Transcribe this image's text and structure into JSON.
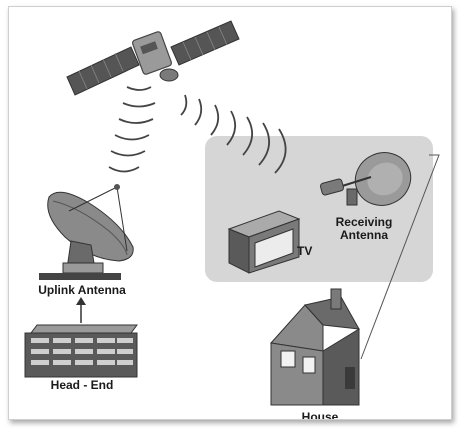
{
  "labels": {
    "uplink": "Uplink Antenna",
    "headend": "Head - End",
    "tv": "TV",
    "receiving": "Receiving\nAntenna",
    "house": "House"
  },
  "colors": {
    "panel": "#d6d6d6",
    "dark": "#3a3a3a",
    "mid": "#7a7a7a",
    "light": "#b8b8b8",
    "line": "#555555"
  }
}
